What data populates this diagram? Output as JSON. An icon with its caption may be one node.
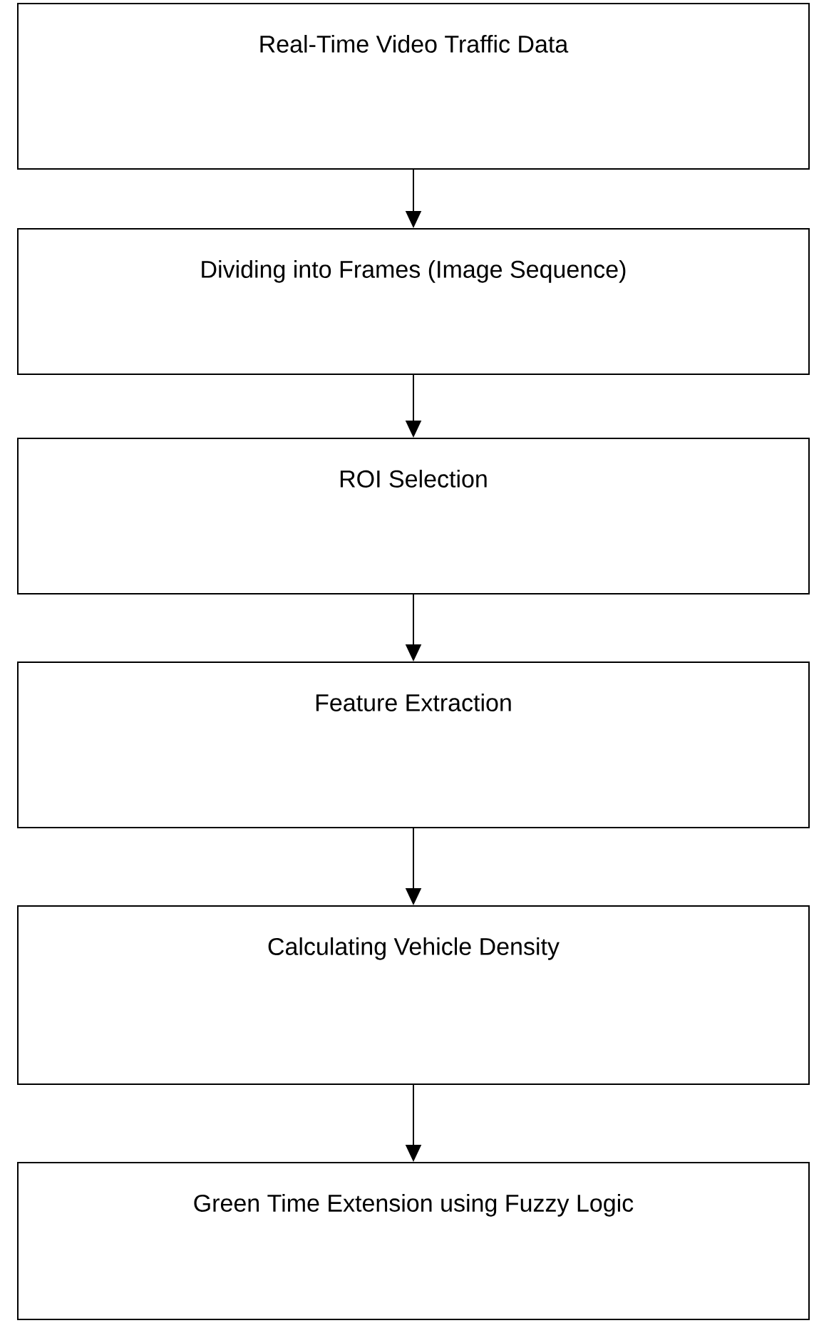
{
  "diagram": {
    "nodes": [
      {
        "text": [
          "Real-Time Video Traffic Data"
        ]
      },
      {
        "text": [
          "Dividing into Frames (Image Sequence)"
        ]
      },
      {
        "text": [
          "ROI Selection"
        ]
      },
      {
        "text": [
          "Feature Extraction"
        ]
      },
      {
        "text": [
          "Calculating Vehicle Density"
        ]
      },
      {
        "text": [
          "Green Time Extension using Fuzzy Logic"
        ]
      }
    ],
    "edges": [
      {
        "from": 0,
        "to": 1,
        "arrow": "to"
      },
      {
        "from": 1,
        "to": 2,
        "arrow": "to"
      },
      {
        "from": 2,
        "to": 3,
        "arrow": "to"
      },
      {
        "from": 3,
        "to": 4,
        "arrow": "to"
      },
      {
        "from": 4,
        "to": 5,
        "arrow": "to"
      }
    ]
  }
}
